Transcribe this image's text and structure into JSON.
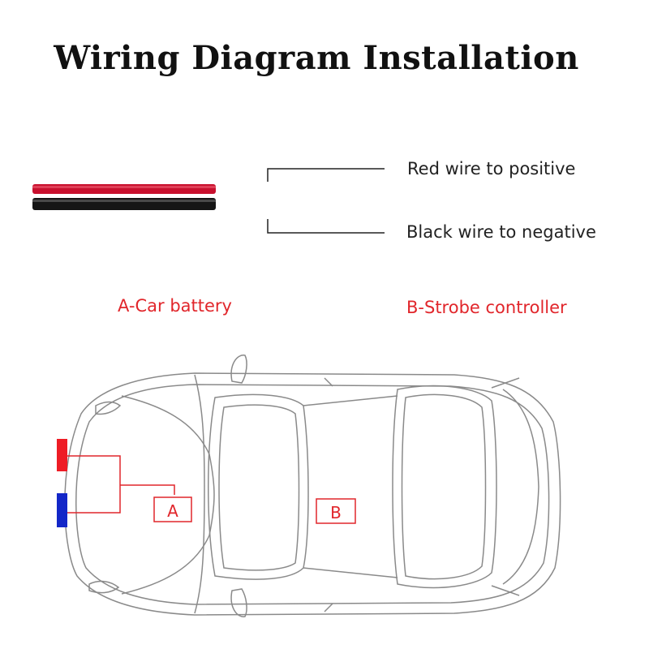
{
  "title": "Wiring Diagram Installation",
  "wires": {
    "red_label": "Red wire to positive",
    "black_label": "Black wire to negative"
  },
  "components": {
    "a_label": "A-Car battery",
    "b_label": "B-Strobe controller",
    "a_marker": "A",
    "b_marker": "B"
  },
  "colors": {
    "accent_red": "#e1262b",
    "light_red": "#ee1c25",
    "light_blue": "#1327c8",
    "car_outline": "#8a8a8a"
  }
}
